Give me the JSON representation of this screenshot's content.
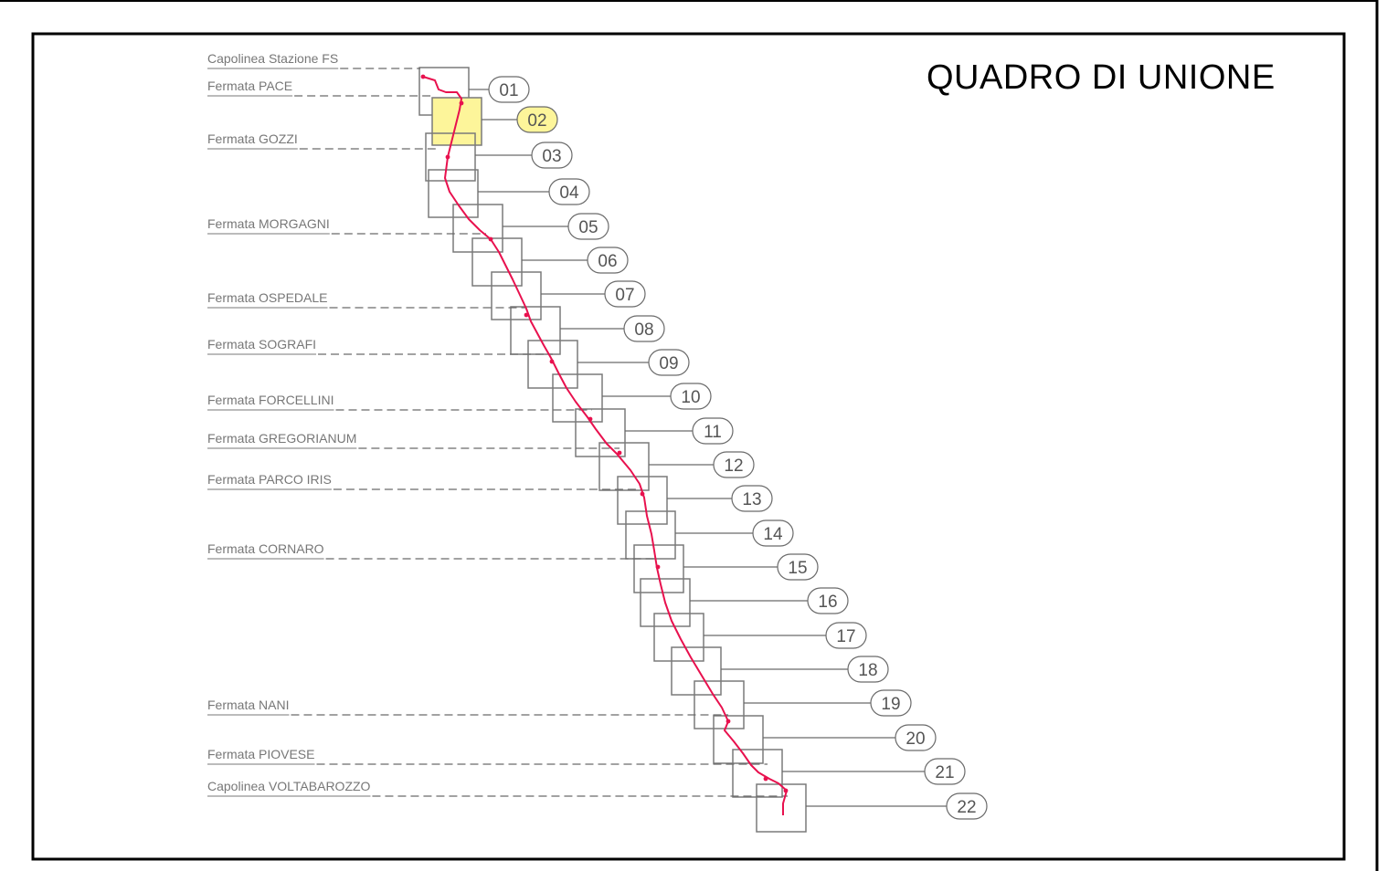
{
  "title": "QUADRO DI UNIONE",
  "highlighted_tile": "02",
  "colors": {
    "frame": "#000000",
    "tile_border": "#7a7a7a",
    "leader": "#6a6a6a",
    "route": "#e8114e",
    "highlight_fill": "#fdf59a",
    "label_text": "#777777"
  },
  "stops": [
    "Capolinea Stazione FS",
    "Fermata PACE",
    "Fermata GOZZI",
    "Fermata MORGAGNI",
    "Fermata OSPEDALE",
    "Fermata SOGRAFI",
    "Fermata FORCELLINI",
    "Fermata GREGORIANUM",
    "Fermata PARCO IRIS",
    "Fermata CORNARO",
    "Fermata NANI",
    "Fermata PIOVESE",
    "Capolinea VOLTABAROZZO"
  ],
  "tiles": [
    "01",
    "02",
    "03",
    "04",
    "05",
    "06",
    "07",
    "08",
    "09",
    "10",
    "11",
    "12",
    "13",
    "14",
    "15",
    "16",
    "17",
    "18",
    "19",
    "20",
    "21",
    "22"
  ]
}
